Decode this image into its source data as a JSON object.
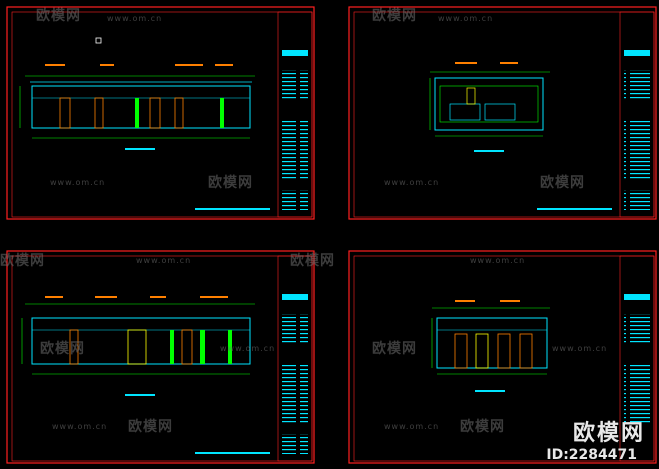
{
  "watermark": {
    "brand": "欧模网",
    "url": "www.om.cn",
    "id": "ID:2284471"
  },
  "colors": {
    "frame": "#ff2020",
    "title_block": "#ff2020",
    "wall": "#00e5ff",
    "dim": "#00ff00",
    "text": "#00e5ff",
    "accent": "#ff8000",
    "green_fill": "#00ff00"
  }
}
